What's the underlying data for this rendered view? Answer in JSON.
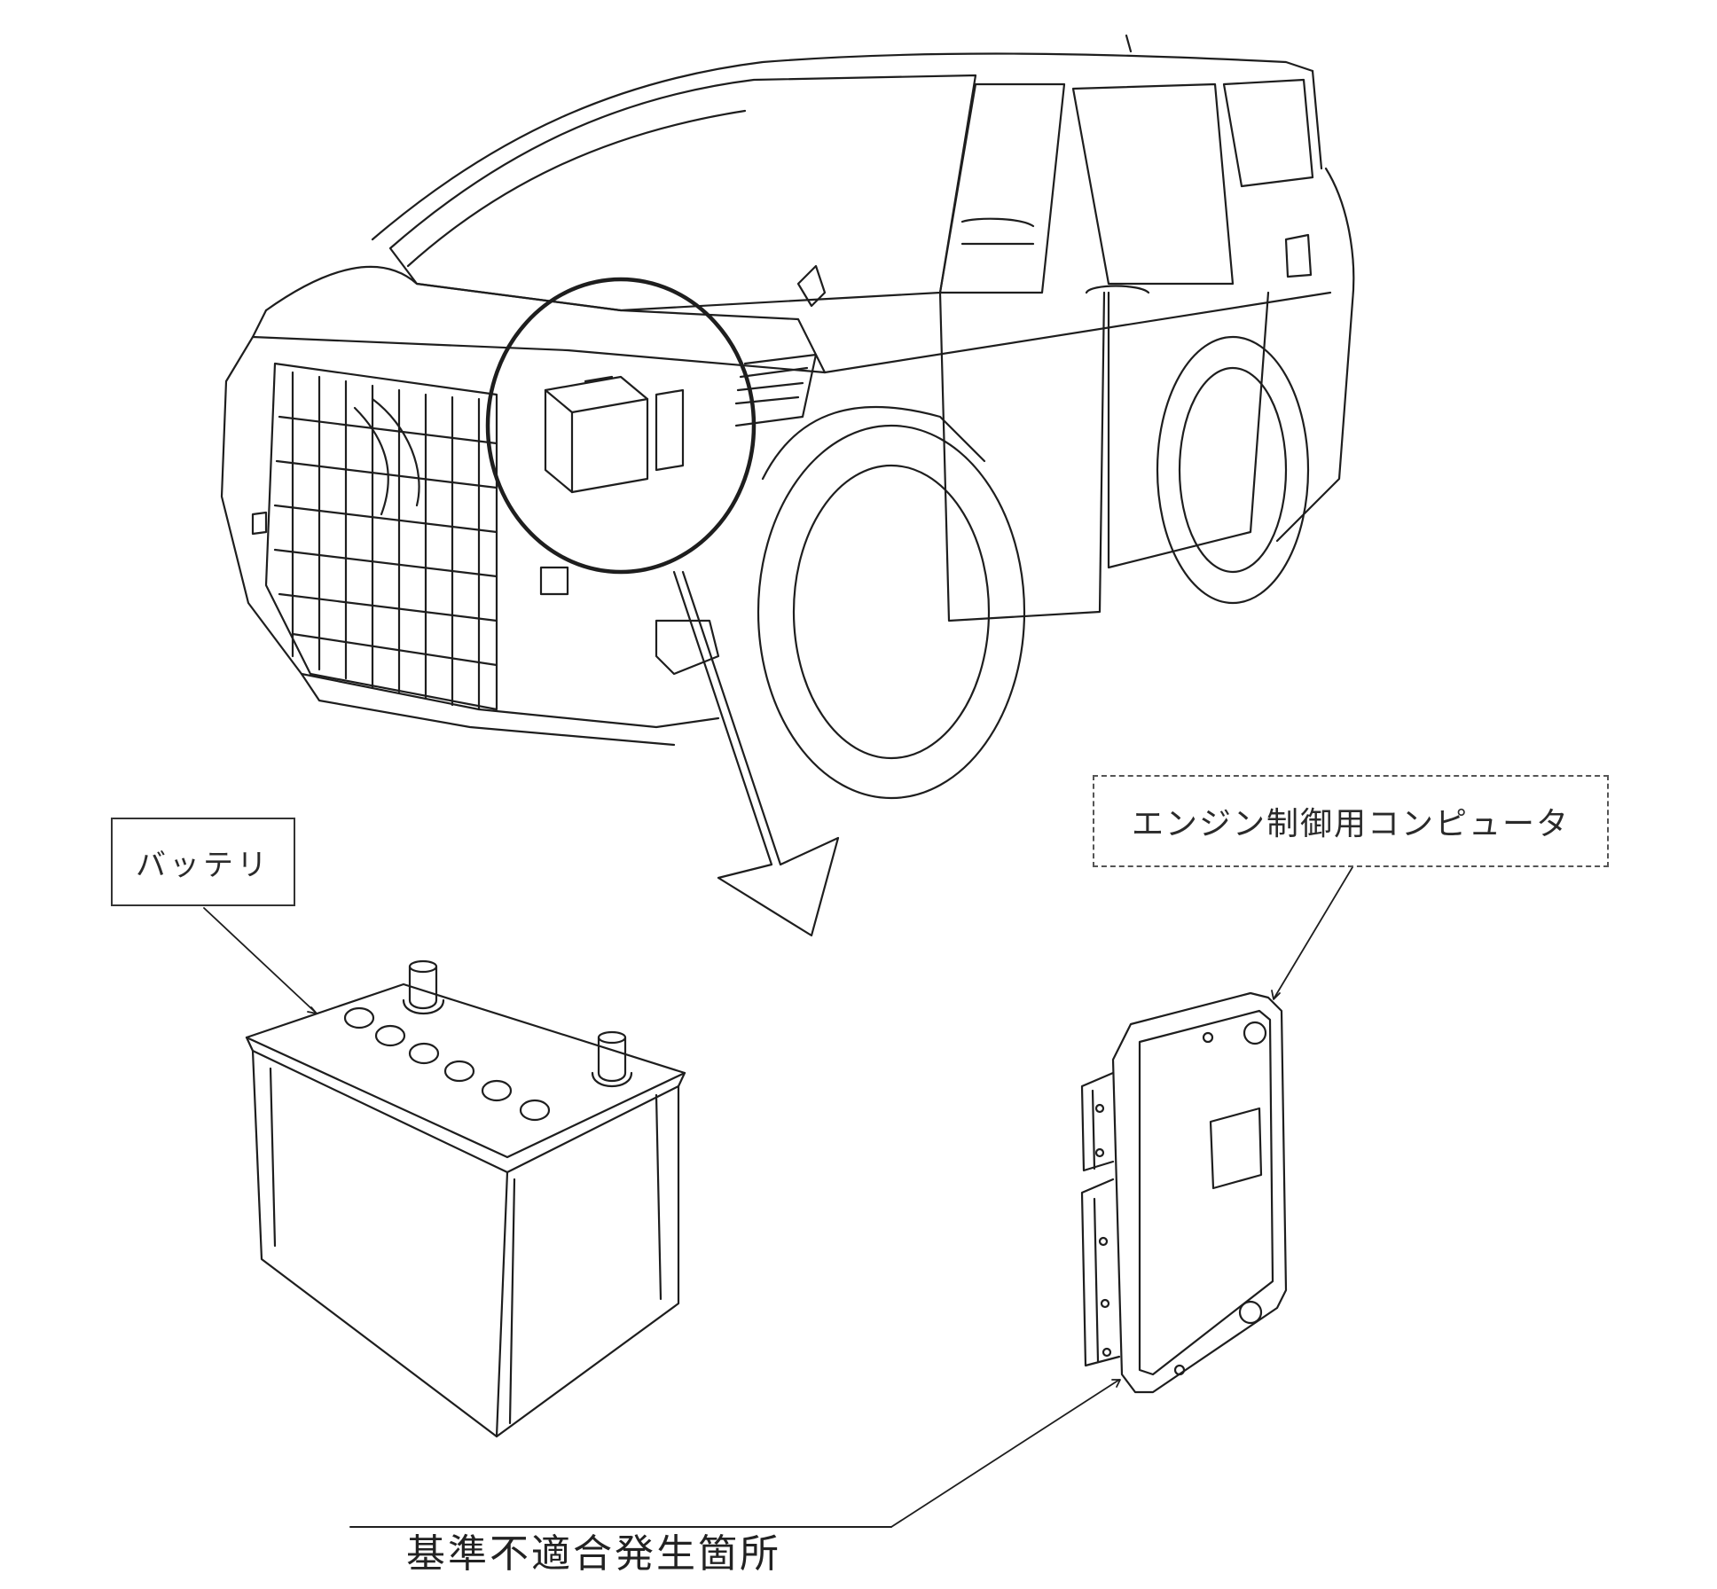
{
  "labels": {
    "battery": "バッテリ",
    "ecu": "エンジン制御用コンピュータ",
    "nonconformity_location": "基準不適合発生箇所"
  },
  "colors": {
    "line": "#1e1e1e",
    "background": "#ffffff"
  },
  "illustrations": {
    "vehicle": "minivan-line-drawing",
    "battery": "car-battery-line-drawing",
    "ecu": "engine-control-unit-line-drawing"
  }
}
